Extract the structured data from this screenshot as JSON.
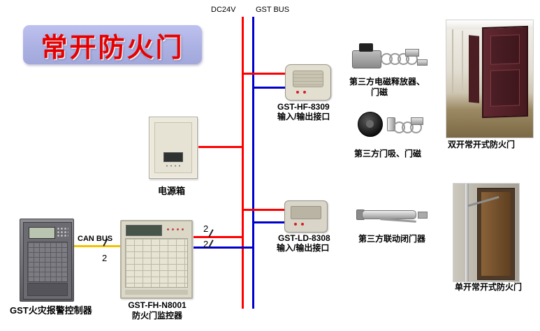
{
  "title": "常开防火门",
  "buses": {
    "dc24v": "DC24V",
    "gst_bus": "GST BUS"
  },
  "wires": {
    "can_bus": "CAN BUS",
    "can_count": "2",
    "monitor_red_count": "2",
    "monitor_blue_count": "2"
  },
  "colors": {
    "power_line_red": "#ff0000",
    "signal_line_blue": "#0000cc",
    "can_line_yellow": "#f5c200",
    "banner_bg": "#aab0e2",
    "title_text": "#e80000"
  },
  "devices": {
    "hf8309": {
      "model": "GST-HF-8309",
      "desc": "输入/输出接口"
    },
    "release": {
      "line1": "第三方电磁释放器、",
      "line2": "门磁"
    },
    "holder": {
      "label": "第三方门吸、门磁"
    },
    "double_door": {
      "label": "双开常开式防火门"
    },
    "power_box": {
      "label": "电源箱"
    },
    "ld8308": {
      "model": "GST-LD-8308",
      "desc": "输入/输出接口"
    },
    "closer": {
      "label": "第三方联动闭门器"
    },
    "single_door": {
      "label": "单开常开式防火门"
    },
    "controller": {
      "label": "GST火灾报警控制器"
    },
    "monitor": {
      "model": "GST-FH-N8001",
      "desc": "防火门监控器"
    }
  }
}
